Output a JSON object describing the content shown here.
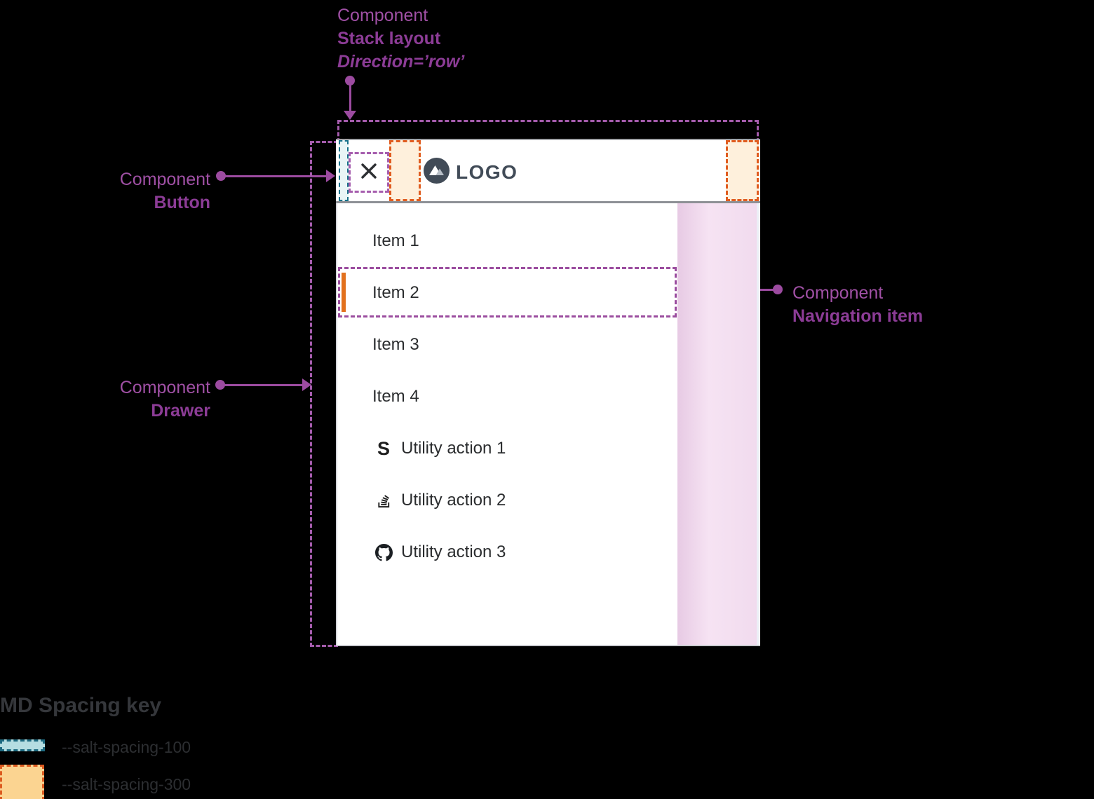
{
  "annotations": {
    "stack_layout": {
      "line1": "Component",
      "line2": "Stack layout",
      "line3": "Direction=’row’"
    },
    "button": {
      "line1": "Component",
      "line2": "Button"
    },
    "drawer": {
      "line1": "Component",
      "line2": "Drawer"
    },
    "navigation_item": {
      "line1": "Component",
      "line2": "Navigation item"
    }
  },
  "drawer": {
    "logo_text": "LOGO",
    "nav_items": [
      {
        "label": "Item 1",
        "active": false
      },
      {
        "label": "Item 2",
        "active": true
      },
      {
        "label": "Item 3",
        "active": false
      },
      {
        "label": "Item 4",
        "active": false
      }
    ],
    "utility_actions": [
      {
        "label": "Utility action 1",
        "icon": "symphony-icon",
        "icon_glyph": "S"
      },
      {
        "label": "Utility action 2",
        "icon": "stackoverflow-icon"
      },
      {
        "label": "Utility action 3",
        "icon": "github-icon"
      }
    ]
  },
  "legend": {
    "title": "MD Spacing key",
    "items": [
      {
        "label": "--salt-spacing-100",
        "fill": "#B5DDE1",
        "border": "#1D6A80"
      },
      {
        "label": "--salt-spacing-300",
        "fill": "#FBD491",
        "border": "#DC5B20"
      }
    ]
  },
  "colors": {
    "annotation_purple": "#A050A5",
    "annotation_purple_bold": "#8C3C96",
    "dashed_purple": "#A55CAD",
    "teal_border": "#17718A",
    "orange_border": "#E05C1F",
    "active_bar_orange": "#E2711D",
    "logo_slate": "#414B57",
    "pink_strip": "#F1DBEE",
    "text_dark": "#2A2C2E"
  }
}
